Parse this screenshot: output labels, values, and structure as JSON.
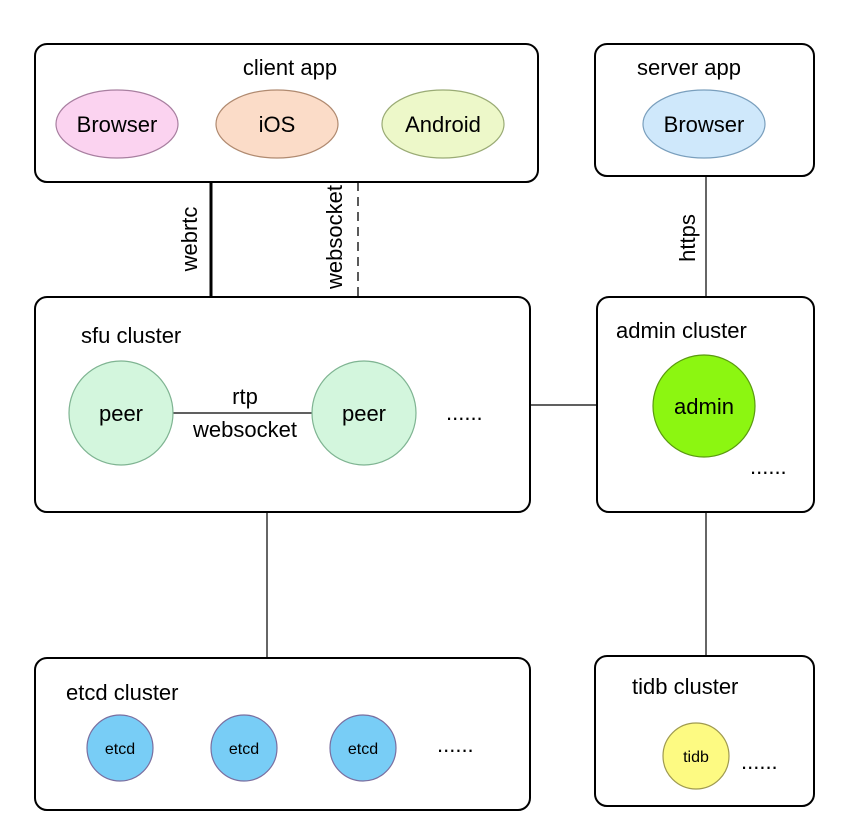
{
  "client_app": {
    "title": "client app",
    "nodes": [
      {
        "label": "Browser",
        "fill": "#fbd3f0",
        "stroke": "#a87fa0"
      },
      {
        "label": "iOS",
        "fill": "#fbdcc8",
        "stroke": "#b08a70"
      },
      {
        "label": "Android",
        "fill": "#edf8c9",
        "stroke": "#9aab75"
      }
    ]
  },
  "server_app": {
    "title": "server app",
    "node": {
      "label": "Browser",
      "fill": "#cfe8fb",
      "stroke": "#7a9fbd"
    }
  },
  "sfu_cluster": {
    "title": "sfu cluster",
    "peers": [
      {
        "label": "peer",
        "fill": "#d3f6dd",
        "stroke": "#7fb492"
      },
      {
        "label": "peer",
        "fill": "#d3f6dd",
        "stroke": "#7fb492"
      }
    ],
    "link_labels": [
      "rtp",
      "websocket"
    ],
    "more": "......"
  },
  "admin_cluster": {
    "title": "admin cluster",
    "node": {
      "label": "admin",
      "fill": "#8cf611",
      "stroke": "#5a9a10"
    },
    "more": "......"
  },
  "etcd_cluster": {
    "title": "etcd cluster",
    "nodes": [
      {
        "label": "etcd",
        "fill": "#78cdf6",
        "stroke": "#7a6fa0"
      },
      {
        "label": "etcd",
        "fill": "#78cdf6",
        "stroke": "#7a6fa0"
      },
      {
        "label": "etcd",
        "fill": "#78cdf6",
        "stroke": "#7a6fa0"
      }
    ],
    "more": "......"
  },
  "tidb_cluster": {
    "title": "tidb cluster",
    "node": {
      "label": "tidb",
      "fill": "#fdfa82",
      "stroke": "#9f9a50"
    },
    "more": "......"
  },
  "connections": {
    "webrtc": "webrtc",
    "websocket": "websocket",
    "https": "https"
  }
}
